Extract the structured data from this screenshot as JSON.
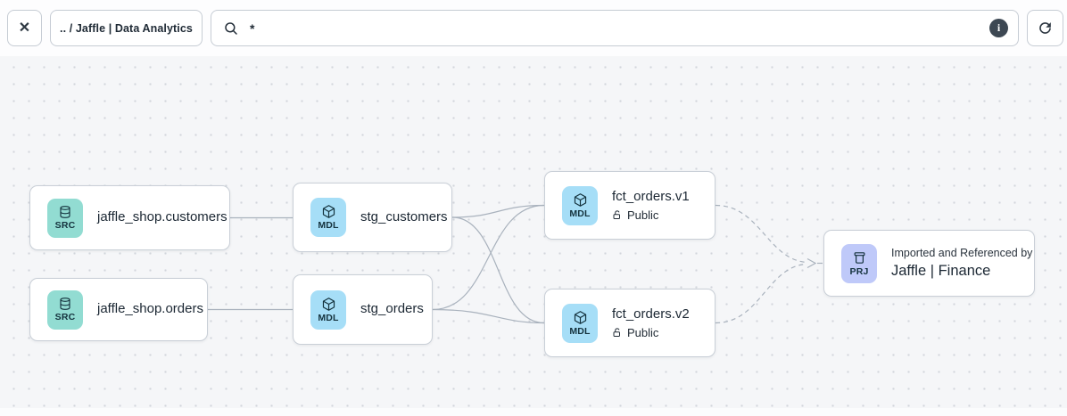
{
  "toolbar": {
    "breadcrumb": ".. / Jaffle | Data Analytics",
    "search_value": "*"
  },
  "icons": {
    "close": "✕",
    "info": "i"
  },
  "nodes": {
    "src_customers": {
      "badge": "SRC",
      "title": "jaffle_shop.customers"
    },
    "src_orders": {
      "badge": "SRC",
      "title": "jaffle_shop.orders"
    },
    "stg_customers": {
      "badge": "MDL",
      "title": "stg_customers"
    },
    "stg_orders": {
      "badge": "MDL",
      "title": "stg_orders"
    },
    "fct_orders_v1": {
      "badge": "MDL",
      "title": "fct_orders.v1",
      "access": "Public"
    },
    "fct_orders_v2": {
      "badge": "MDL",
      "title": "fct_orders.v2",
      "access": "Public"
    },
    "project": {
      "badge": "PRJ",
      "subtitle": "Imported and Referenced by",
      "title": "Jaffle | Finance"
    }
  },
  "edges": [
    {
      "from": "jaffle_shop.customers",
      "to": "stg_customers",
      "style": "solid"
    },
    {
      "from": "jaffle_shop.orders",
      "to": "stg_orders",
      "style": "solid"
    },
    {
      "from": "stg_customers",
      "to": "fct_orders.v1",
      "style": "solid"
    },
    {
      "from": "stg_customers",
      "to": "fct_orders.v2",
      "style": "solid"
    },
    {
      "from": "stg_orders",
      "to": "fct_orders.v1",
      "style": "solid"
    },
    {
      "from": "stg_orders",
      "to": "fct_orders.v2",
      "style": "solid"
    },
    {
      "from": "fct_orders.v1",
      "to": "Jaffle | Finance",
      "style": "dashed"
    },
    {
      "from": "fct_orders.v2",
      "to": "Jaffle | Finance",
      "style": "dashed"
    }
  ],
  "colors": {
    "canvas_bg": "#f5f6f8",
    "dot": "#d2d6dc",
    "edge": "#a9b2bd",
    "source_badge_bg": "#92dcd2",
    "model_badge_bg": "#a6def7",
    "project_badge_bg": "#bfc9f9",
    "text_dark": "#1b2733"
  }
}
